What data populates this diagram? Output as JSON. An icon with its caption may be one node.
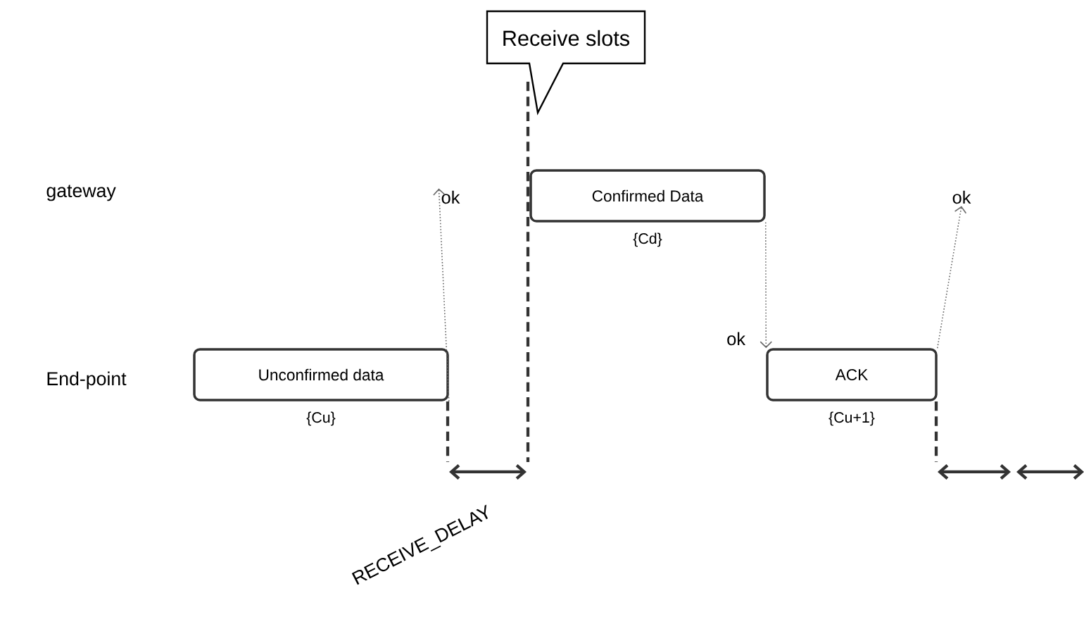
{
  "diagram": {
    "nodes": [
      {
        "text": [
          "Receive slots"
        ]
      },
      {
        "text": [
          "Unconfirmed data"
        ],
        "beside": [
          "{Cu}"
        ]
      },
      {
        "text": [
          "ok"
        ]
      },
      {
        "text": [
          "Confirmed Data"
        ],
        "beside": [
          "{Cd}"
        ]
      },
      {
        "text": [
          "ACK"
        ],
        "beside": [
          "{Cu+1}"
        ]
      },
      {
        "text": [
          "ok"
        ]
      }
    ],
    "edges": [
      {
        "from": 1,
        "to": 2,
        "arrow": "to",
        "style": "dashed"
      },
      {
        "from": 3,
        "to": 4,
        "arrow": "to",
        "style": "dashed",
        "label": "ok"
      },
      {
        "from": 4,
        "to": 5,
        "arrow": "to",
        "style": "dashed"
      }
    ],
    "labels": [
      "gateway",
      "End-point",
      "RECEIVE_DELAY"
    ]
  }
}
